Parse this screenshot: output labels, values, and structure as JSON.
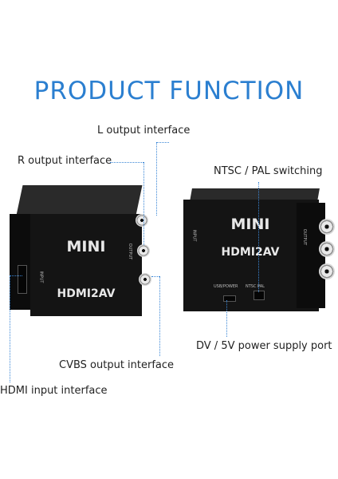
{
  "title": "PRODUCT FUNCTION",
  "callouts": {
    "l_output": "L output interface",
    "r_output": "R output interface",
    "ntsc_pal": "NTSC / PAL switching",
    "dv_power": "DV / 5V power supply port",
    "cvbs_output": "CVBS output interface",
    "hdmi_input": "HDMI input interface"
  },
  "device_left": {
    "logo": "MINI",
    "model": "HDMI2AV",
    "label_input": "INPUT",
    "label_output": "OUTPUT"
  },
  "device_right": {
    "logo": "MINI",
    "model": "HDMI2AV",
    "label_usb": "USB/POWER",
    "label_switch": "NTSC PAL",
    "label_output": "OUTPUT",
    "label_input": "INPUT"
  },
  "colors": {
    "accent": "#2b7fd0",
    "device_body": "#141414"
  }
}
